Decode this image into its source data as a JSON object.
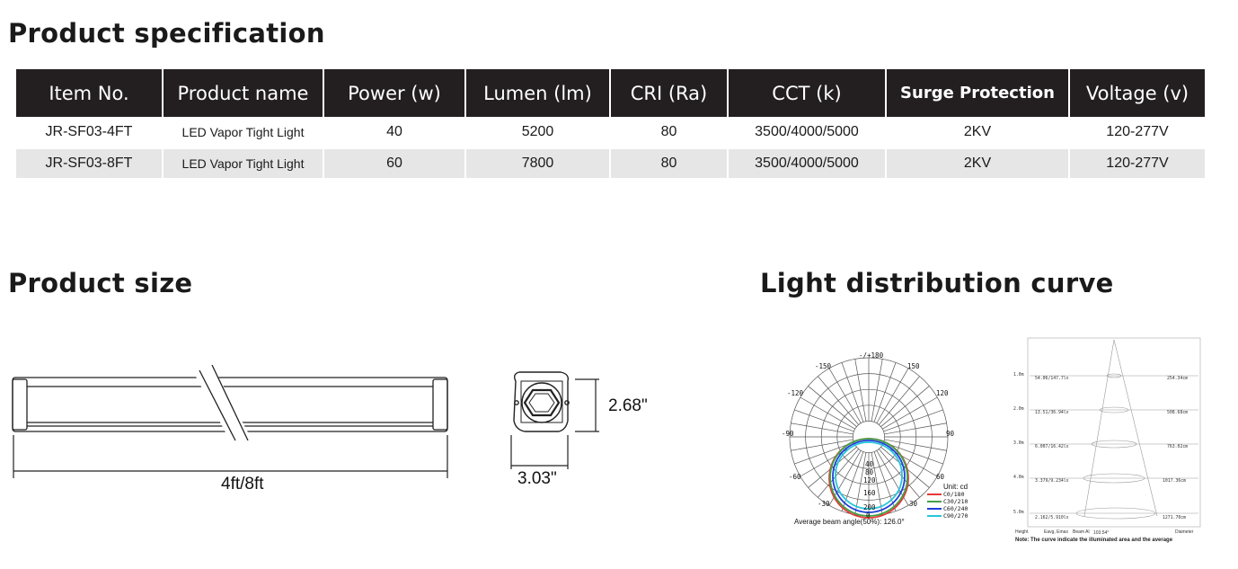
{
  "headings": {
    "specification": "Product specification",
    "size": "Product size",
    "light_distribution": "Light distribution curve"
  },
  "spec_table": {
    "headers": [
      "Item No.",
      "Product name",
      "Power (w)",
      "Lumen (lm)",
      "CRI (Ra)",
      "CCT (k)",
      "Surge Protection",
      "Voltage (v)"
    ],
    "rows": [
      [
        "JR-SF03-4FT",
        "LED Vapor Tight Light",
        "40",
        "5200",
        "80",
        "3500/4000/5000",
        "2KV",
        "120-277V"
      ],
      [
        "JR-SF03-8FT",
        "LED Vapor Tight Light",
        "60",
        "7800",
        "80",
        "3500/4000/5000",
        "2KV",
        "120-277V"
      ]
    ]
  },
  "product_size": {
    "length_label": "4ft/8ft",
    "height_label": "2.68\"",
    "width_label": "3.03\""
  },
  "polar_chart": {
    "angle_labels": [
      "-/+180",
      "-150",
      "150",
      "-120",
      "120",
      "-90",
      "90",
      "-60",
      "60",
      "-30",
      "30",
      "0"
    ],
    "radial_labels": [
      "40",
      "80",
      "120",
      "160",
      "200"
    ],
    "unit": "Unit: cd",
    "legend": [
      {
        "name": "C0/180",
        "color": "#e53935"
      },
      {
        "name": "C30/210",
        "color": "#43a047"
      },
      {
        "name": "C60/240",
        "color": "#1e3fd8"
      },
      {
        "name": "C90/270",
        "color": "#26c6da"
      }
    ],
    "beam_angle_text": "Average beam angle(50%): 126.0°"
  },
  "illuminance_chart": {
    "heights": [
      "1.0m",
      "2.0m",
      "3.0m",
      "4.0m",
      "5.0m"
    ],
    "illuminance": [
      "54.06/147.7lx",
      "13.51/36.94lx",
      "6.007/16.42lx",
      "3.379/9.234lx",
      "2.162/5.910lx"
    ],
    "diameters": [
      "254.34cm",
      "508.68cm",
      "763.02cm",
      "1017.36cm",
      "1271.70cm"
    ],
    "footer": {
      "height": "Height",
      "eavg": "Eavg, Emax",
      "beam": "Beam Al",
      "beam_angle": "103.54°",
      "diameter": "Diameter"
    },
    "note": "Note: The curve indicate the illuminated area and the average"
  }
}
